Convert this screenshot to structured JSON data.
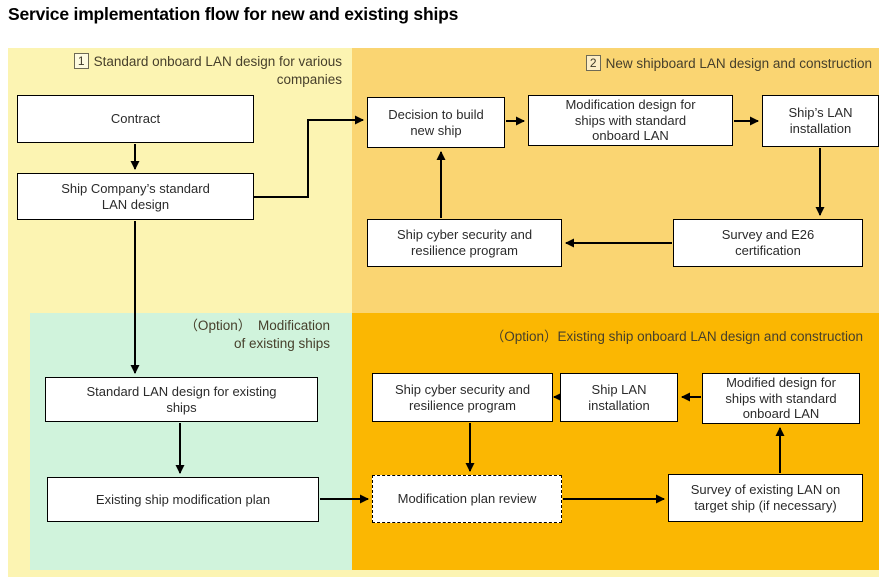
{
  "title": "Service implementation flow for new and existing ships",
  "colors": {
    "pale_yellow": "#FCF4B2",
    "amber": "#FAD572",
    "mint_green": "#D0F3DC",
    "orange": "#FBB702"
  },
  "quadrants": {
    "q1": {
      "number": "1",
      "label": "Standard onboard LAN design for various\ncompanies"
    },
    "q2": {
      "number": "2",
      "label": "New shipboard LAN design and construction"
    },
    "q3": {
      "label": "（Option）　Modification\nof existing ships"
    },
    "q4": {
      "label": "（Option）Existing ship onboard LAN design and construction"
    }
  },
  "boxes": {
    "contract": {
      "label": "Contract"
    },
    "ship_company_standard_lan_design": {
      "label": "Ship Company’s standard\nLAN design"
    },
    "decision_to_build_new_ship": {
      "label": "Decision to build\nnew ship"
    },
    "modification_design_new_ships": {
      "label": "Modification design for\nships with standard\nonboard LAN"
    },
    "ships_lan_installation": {
      "label": "Ship’s LAN\ninstallation"
    },
    "survey_and_e26_certification": {
      "label": "Survey and E26\ncertification"
    },
    "ship_cyber_security_new": {
      "label": "Ship cyber security and\nresilience program"
    },
    "standard_lan_design_existing_ships": {
      "label": "Standard LAN design for existing\nships"
    },
    "existing_ship_modification_plan": {
      "label": "Existing ship modification plan"
    },
    "ship_cyber_security_existing": {
      "label": "Ship cyber security and\nresilience program"
    },
    "ship_lan_installation_existing": {
      "label": "Ship LAN\ninstallation"
    },
    "modified_design_existing_ships": {
      "label": "Modified design for\nships with standard\nonboard LAN"
    },
    "modification_plan_review": {
      "label": "Modification plan review"
    },
    "survey_of_existing_lan": {
      "label": "Survey of existing LAN on\ntarget ship (if necessary)"
    }
  }
}
